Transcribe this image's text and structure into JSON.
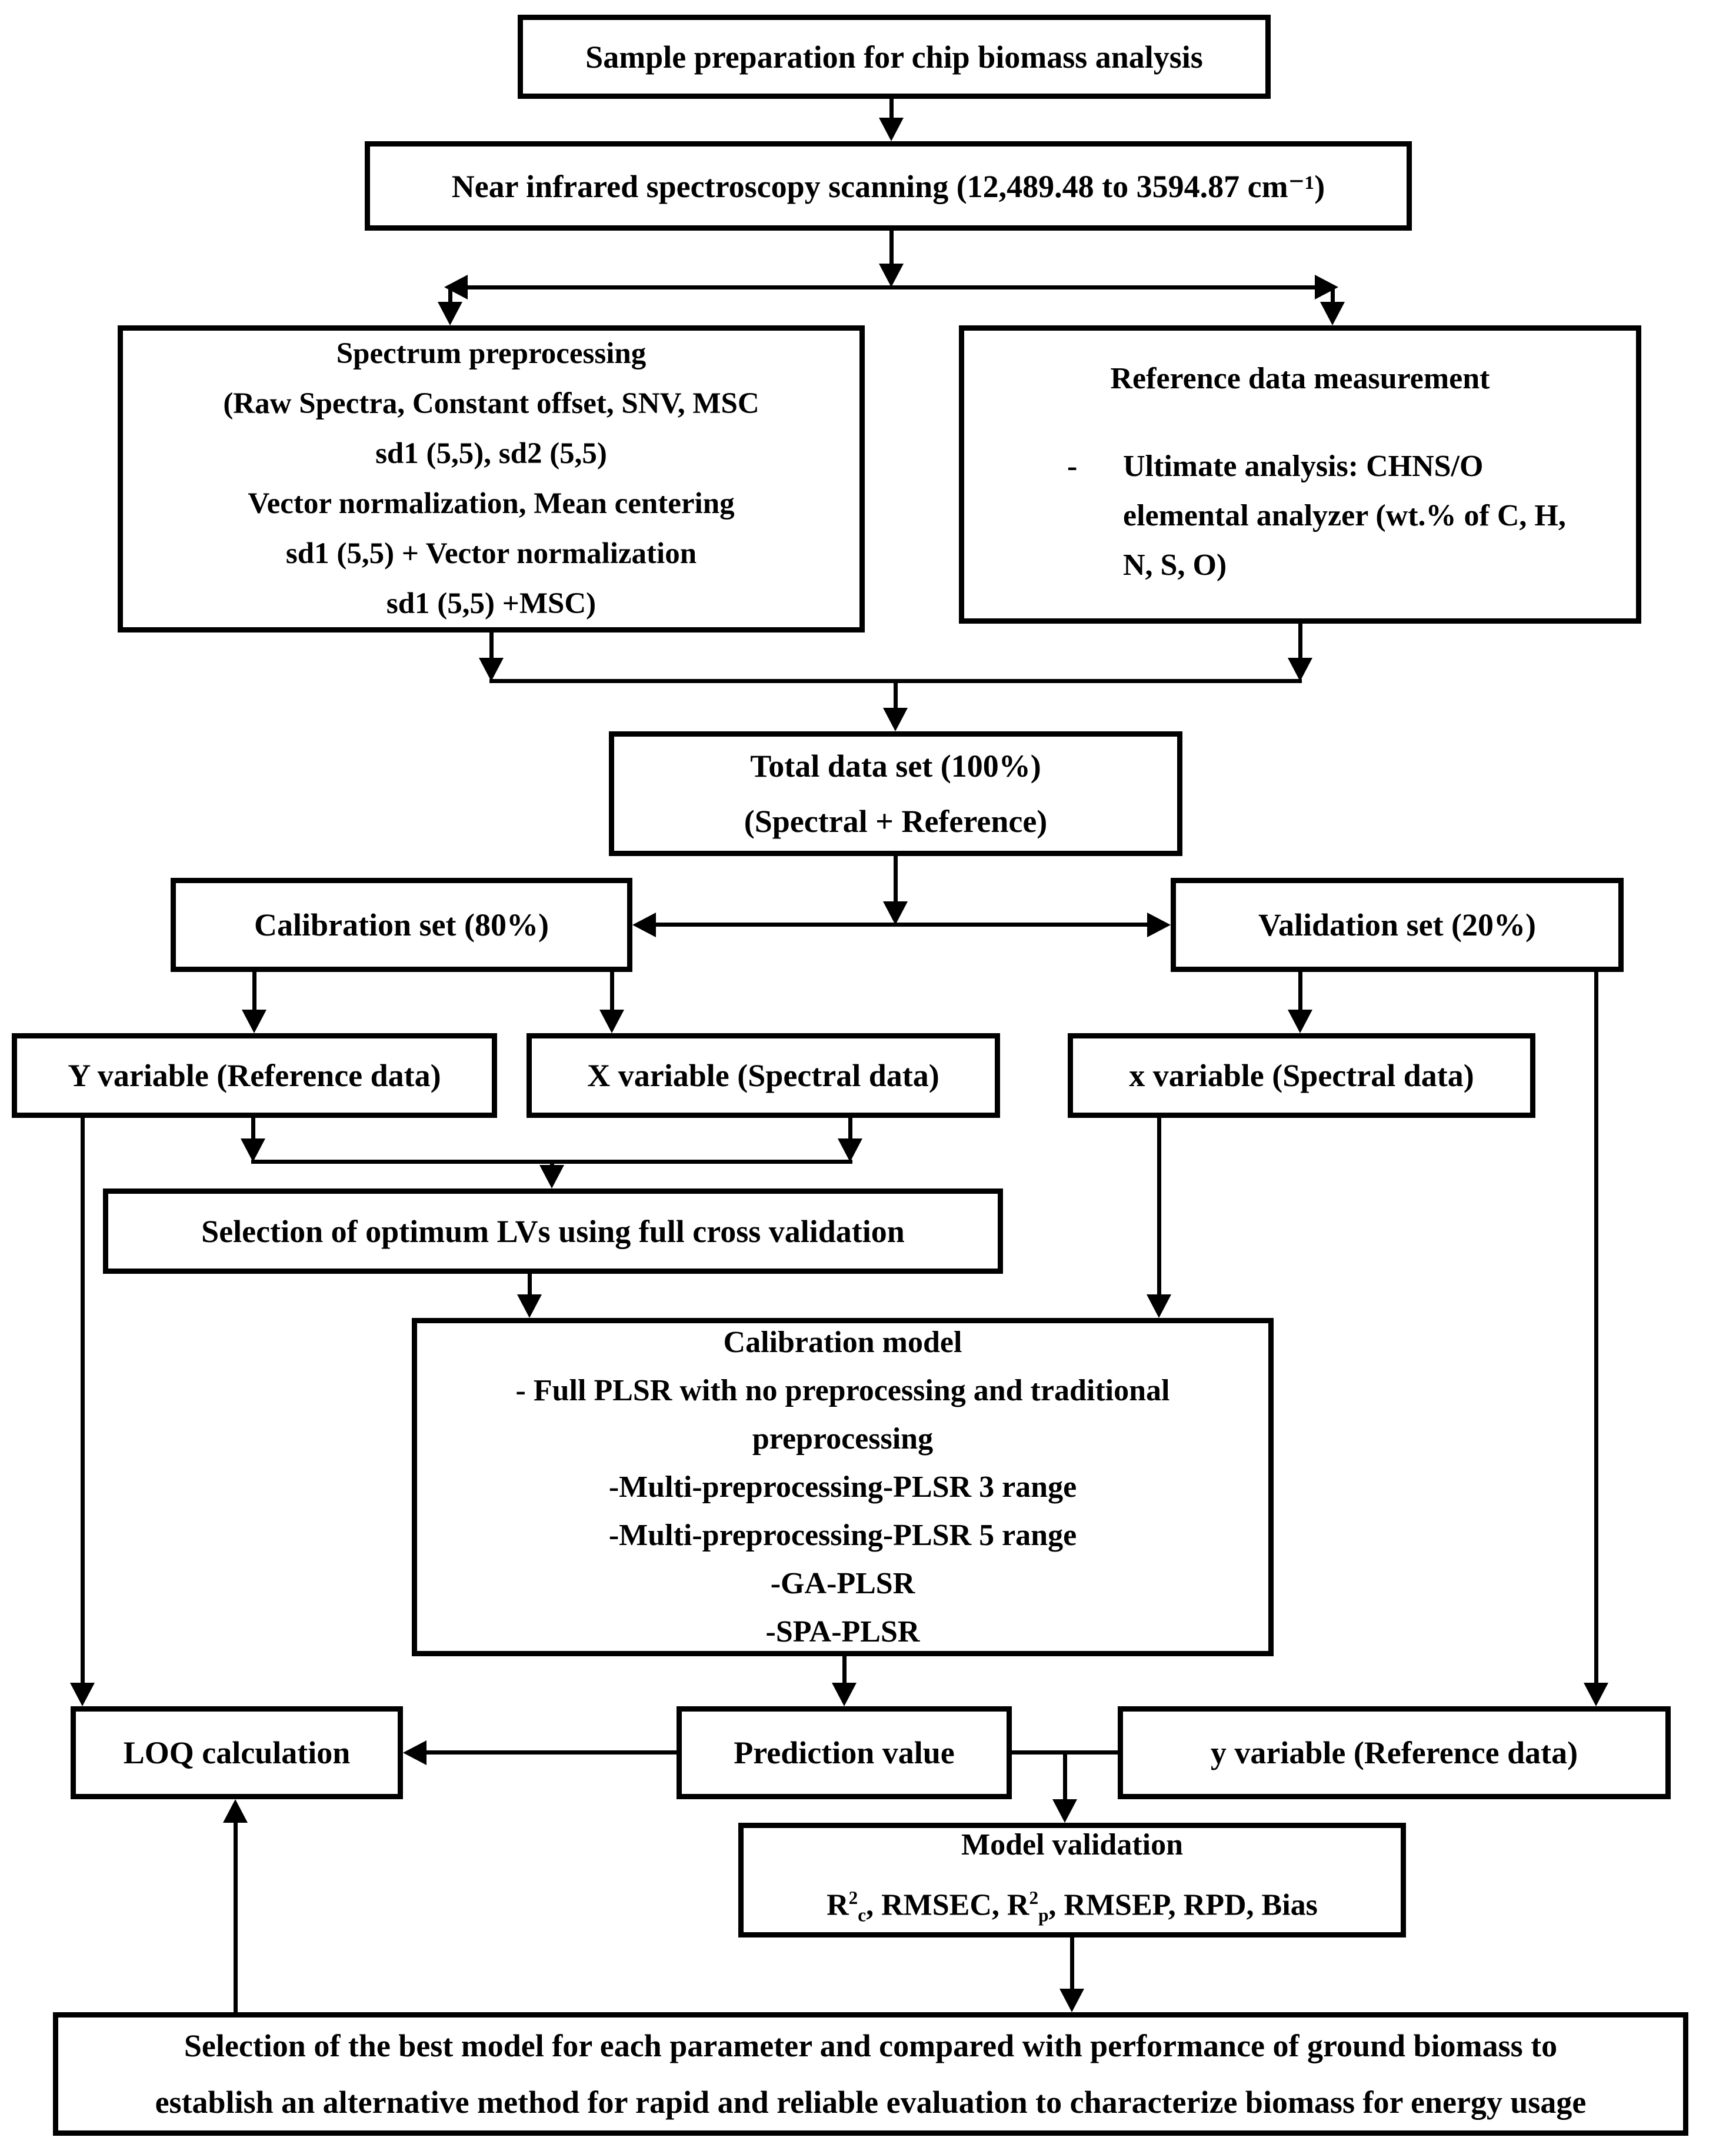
{
  "figure": {
    "background_color": "#ffffff",
    "line_color": "#000000",
    "type": "flowchart"
  },
  "nodes": {
    "sample_prep": {
      "label": "Sample preparation for chip biomass analysis"
    },
    "nir_scanning": {
      "label": "Near infrared spectroscopy scanning (12,489.48 to 3594.87 cm⁻¹)"
    },
    "spectrum_preprocessing": {
      "lines": [
        "Spectrum preprocessing",
        "(Raw Spectra, Constant offset, SNV, MSC",
        "sd1 (5,5), sd2 (5,5)",
        "Vector normalization, Mean centering",
        "sd1 (5,5) + Vector normalization",
        "sd1 (5,5) +MSC)"
      ]
    },
    "reference_data": {
      "title": "Reference data measurement",
      "bullet_dash": "-",
      "bullet_text": "Ultimate analysis: CHNS/O elemental analyzer (wt.% of C, H, N, S, O)"
    },
    "total_data_set": {
      "lines": [
        "Total data set (100%)",
        "(Spectral + Reference)"
      ]
    },
    "calibration_set": {
      "label": "Calibration set (80%)"
    },
    "validation_set": {
      "label": "Validation set (20%)"
    },
    "y_variable_cal": {
      "label": "Y variable (Reference data)"
    },
    "x_variable_cal": {
      "label": "X variable (Spectral data)"
    },
    "x_variable_val": {
      "label": "x variable (Spectral data)"
    },
    "lv_selection": {
      "label": "Selection of optimum LVs using full cross validation"
    },
    "calibration_model": {
      "lines": [
        "Calibration model",
        "- Full PLSR with no preprocessing and traditional",
        "preprocessing",
        "-Multi-preprocessing-PLSR 3 range",
        "-Multi-preprocessing-PLSR 5 range",
        "-GA-PLSR",
        "-SPA-PLSR"
      ]
    },
    "loq_calculation": {
      "label": "LOQ calculation"
    },
    "prediction_value": {
      "label": "Prediction value"
    },
    "y_variable_val": {
      "label": "y variable (Reference data)"
    },
    "model_validation": {
      "title": "Model validation",
      "metrics": {
        "r1": "R",
        "sup1": "2",
        "sub1": "c",
        "mid": ", RMSEC, ",
        "r2": "R",
        "sup2": "2",
        "sub2": "p",
        "tail": ", RMSEP, RPD, Bias"
      }
    },
    "best_model_selection": {
      "lines": [
        "Selection of the best model for each parameter and compared with performance of ground biomass to",
        "establish an alternative method for rapid and reliable evaluation to characterize biomass for energy usage"
      ]
    }
  }
}
